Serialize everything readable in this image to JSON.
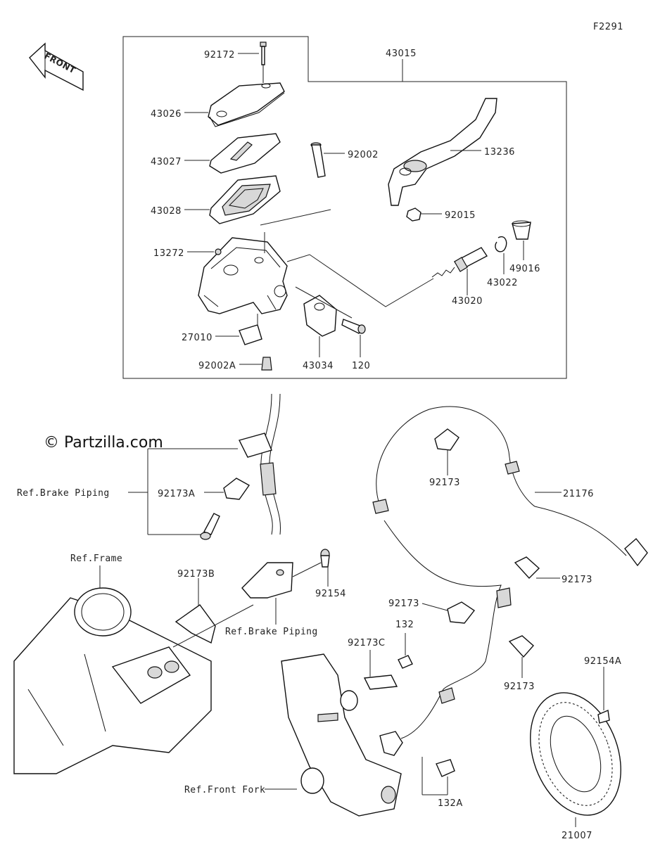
{
  "figure_code": "F2291",
  "watermark": "© Partzilla.com",
  "front_arrow_label": "FRONT",
  "parts": {
    "p43015": "43015",
    "p92172": "92172",
    "p43026": "43026",
    "p43027": "43027",
    "p43028": "43028",
    "p92002": "92002",
    "p13236": "13236",
    "p92015": "92015",
    "p13272": "13272",
    "p43020": "43020",
    "p43022": "43022",
    "p49016": "49016",
    "p27010": "27010",
    "p92002A": "92002A",
    "p43034": "43034",
    "p120": "120",
    "p92173_a": "92173",
    "p21176": "21176",
    "p92173A": "92173A",
    "p92173_b": "92173",
    "p92173B": "92173B",
    "p92154": "92154",
    "p92173_c": "92173",
    "p132": "132",
    "p92173C": "92173C",
    "p92173_d": "92173",
    "p92154A": "92154A",
    "p132A": "132A",
    "p21007": "21007"
  },
  "refs": {
    "brake_piping_1": "Ref.Brake Piping",
    "brake_piping_2": "Ref.Brake Piping",
    "frame": "Ref.Frame",
    "front_fork": "Ref.Front Fork"
  }
}
